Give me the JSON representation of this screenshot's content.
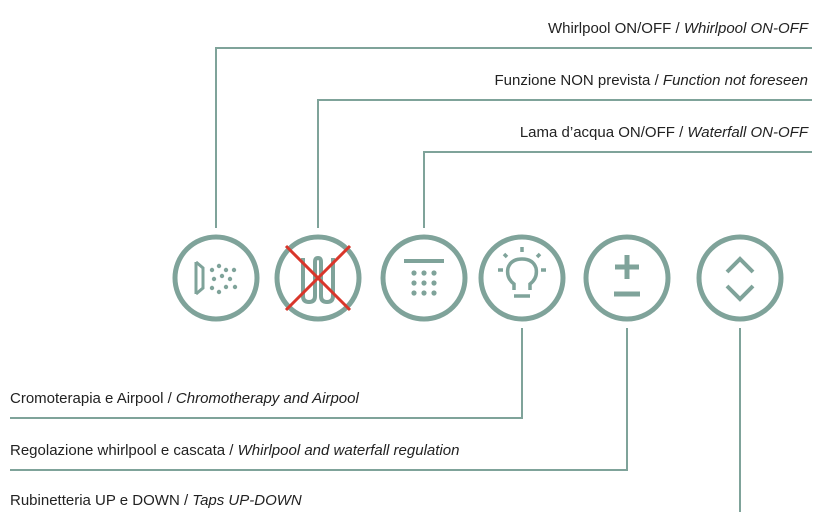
{
  "labels_top": [
    {
      "plain": "Whirlpool ON/OFF / ",
      "italic": "Whirlpool ON-OFF"
    },
    {
      "plain": "Funzione NON prevista / ",
      "italic": "Function not foreseen"
    },
    {
      "plain": "Lama d’acqua ON/OFF / ",
      "italic": "Waterfall ON-OFF"
    }
  ],
  "labels_bottom": [
    {
      "plain": "Cromoterapia e Airpool / ",
      "italic": "Chromotherapy and Airpool"
    },
    {
      "plain": "Regolazione whirlpool e cascata / ",
      "italic": "Whirlpool and waterfall regulation"
    },
    {
      "plain": "Rubinetteria UP e DOWN / ",
      "italic": "Taps UP-DOWN"
    }
  ],
  "buttons": [
    {
      "icon": "whirlpool-jet-icon"
    },
    {
      "icon": "disabled-function-icon",
      "disabled": true
    },
    {
      "icon": "waterfall-icon"
    },
    {
      "icon": "light-bulb-icon"
    },
    {
      "icon": "plus-minus-icon"
    },
    {
      "icon": "up-down-chevron-icon"
    }
  ],
  "colors": {
    "accent": "#7fa39a",
    "line": "#6f9a90",
    "cross": "#d9362b",
    "text": "#222222"
  }
}
